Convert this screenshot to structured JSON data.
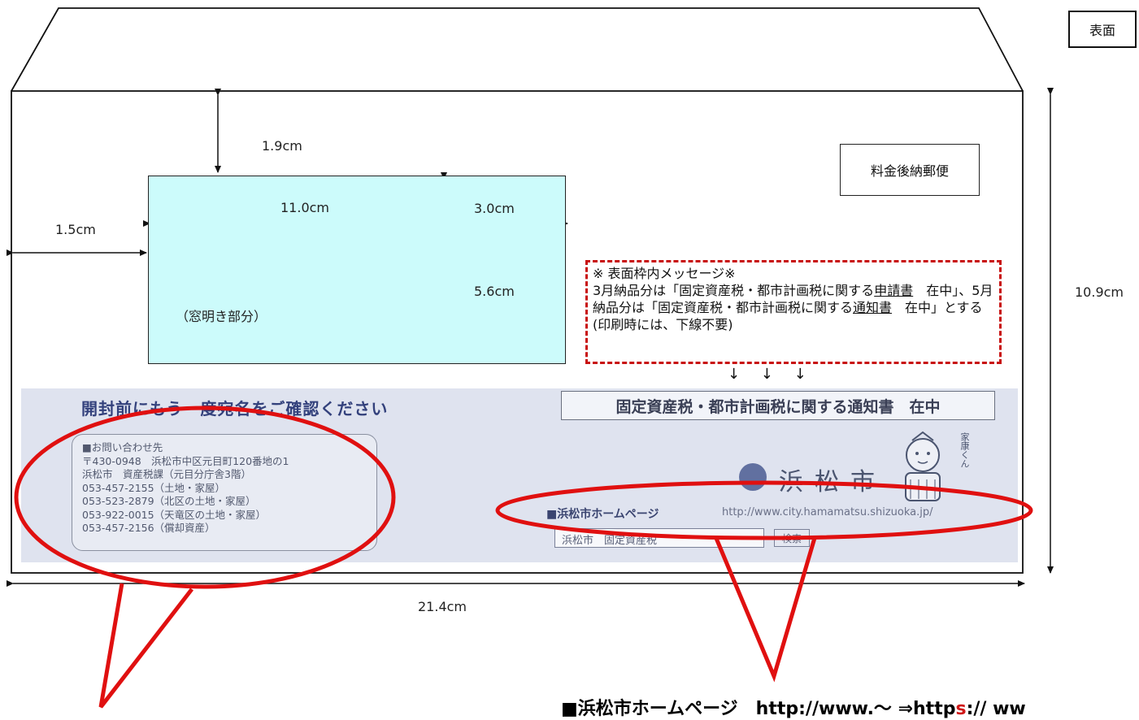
{
  "face_label": "表面",
  "dimensions": {
    "top_margin": "1.9cm",
    "left_margin": "1.5cm",
    "window_width": "11.0cm",
    "window_top_height": "3.0cm",
    "window_height": "5.6cm",
    "envelope_height": "10.9cm",
    "envelope_width": "21.4cm"
  },
  "window_label": "（窓明き部分）",
  "postage_label": "料金後納郵便",
  "message_box": {
    "title": "※ 表面枠内メッセージ※",
    "line1_a": "3月納品分は「固定資産税・都市計画税に関する",
    "line1_u": "申請書",
    "line1_b": "　在中」、5月納品分は「固定資産税・都市計画税に関する",
    "line1_u2": "通知書",
    "line1_c": "　在中」とする(印刷時には、下線不要)"
  },
  "arrows_down": "↓ ↓ ↓",
  "band": {
    "title": "開封前にもう一度宛名をご確認ください",
    "notice": "固定資産税・都市計画税に関する通知書　在中",
    "contact": {
      "heading": "■お問い合わせ先",
      "lines": [
        "〒430-0948　浜松市中区元目町120番地の1",
        "浜松市　資産税課（元目分庁舎3階）",
        "053-457-2155（土地・家屋）",
        "053-523-2879（北区の土地・家屋）",
        "053-922-0015（天竜区の土地・家屋）",
        "053-457-2156（償却資産）"
      ]
    },
    "logo": "浜松市",
    "mascot_text": "家康くん",
    "homepage_label": "■浜松市ホームページ",
    "homepage_url": "http://www.city.hamamatsu.shizuoka.jp/",
    "search_value": "浜松市　固定資産税",
    "search_button": "検索"
  },
  "bottom_note": {
    "text_a": "■浜松市ホームページ　http://www.～ ⇒http",
    "text_red": "s",
    "text_b": ":// ww"
  },
  "colors": {
    "window_fill": "#ccfbfb",
    "annotation_red": "#e01010"
  }
}
